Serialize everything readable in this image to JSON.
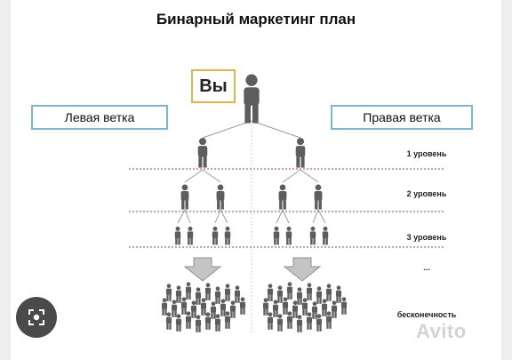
{
  "title": "Бинарный маркетинг план",
  "you_label": "Вы",
  "left_branch": "Левая ветка",
  "right_branch": "Правая ветка",
  "levels": [
    "1 уровень",
    "2 уровень",
    "3 уровень",
    "...",
    "бесконечность"
  ],
  "watermark": "Avito",
  "colors": {
    "person": "#5d5d5d",
    "divider": "#c0392b",
    "branch_border": "#79b7d9",
    "you_border": "#e8b24a"
  }
}
